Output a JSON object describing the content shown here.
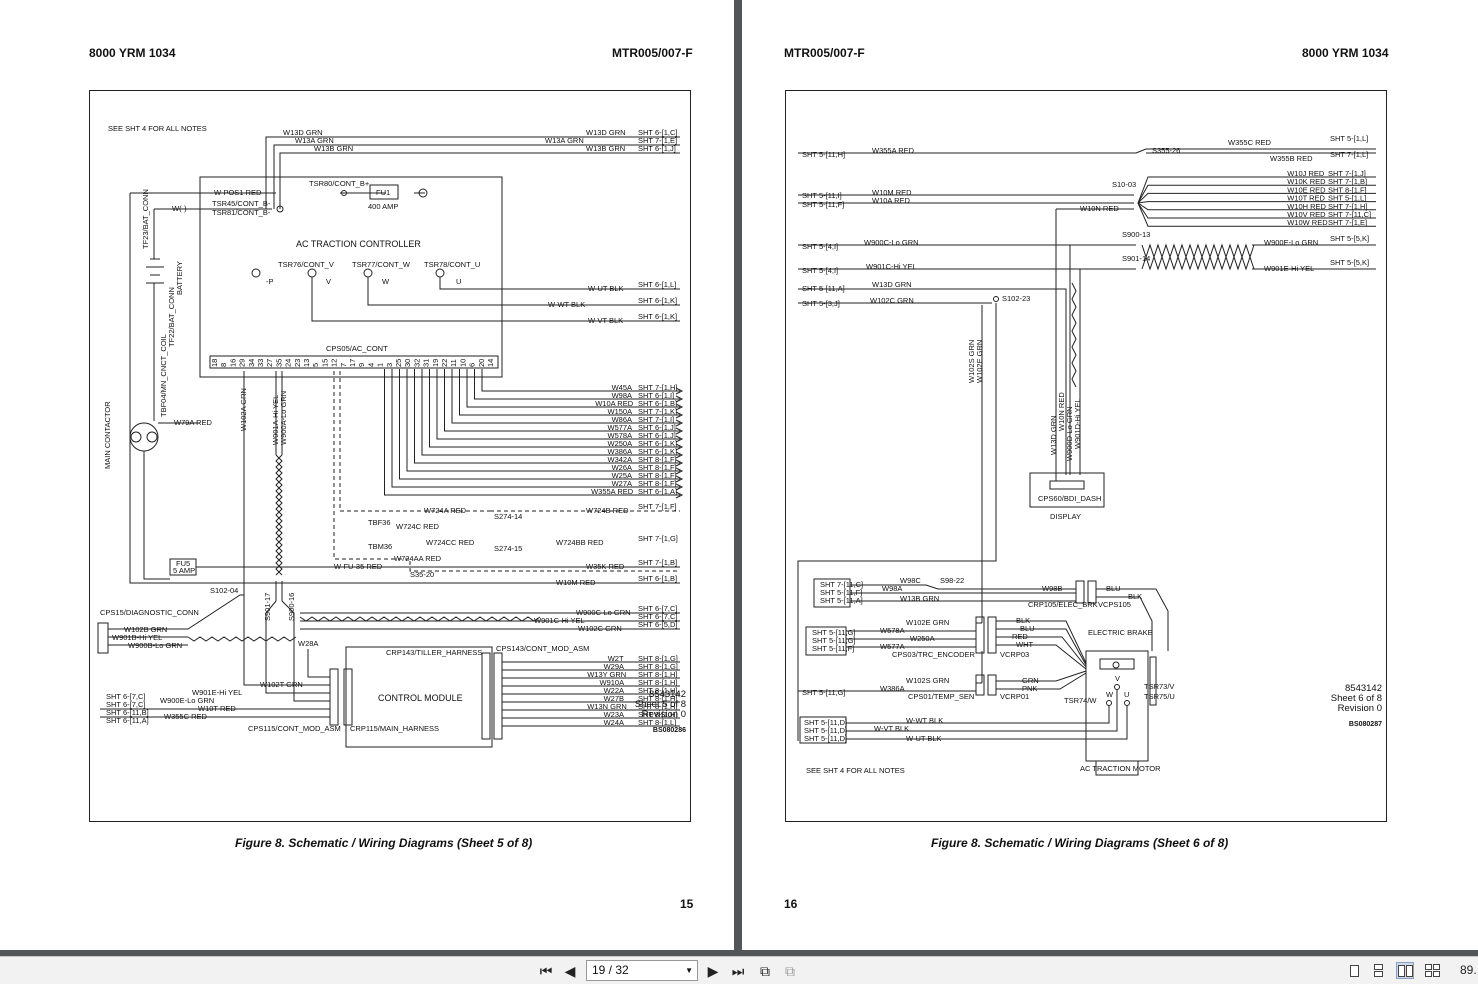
{
  "left_page": {
    "header_left": "8000 YRM 1034",
    "header_right": "MTR005/007-F",
    "caption": "Figure 8.  Schematic / Wiring Diagrams (Sheet 5 of 8)",
    "page_number": "15",
    "doc_number": "8543142",
    "sheet": "Sheet 5 of 8",
    "revision": "Revision 0",
    "bs_code": "BS080286",
    "labels": {
      "notes": "SEE SHT 4 FOR ALL NOTES",
      "controller": "AC TRACTION CONTROLLER",
      "fu1": "FU1",
      "amp400": "400 AMP",
      "tsr80": "TSR80/CONT_B+",
      "wpos1": "W-POS1 RED",
      "tsr45": "TSR45/CONT_B-",
      "tsr81": "TSR81/CONT_B-",
      "wminus": "W(-)",
      "w13d": "W13D GRN",
      "w13a": "W13A GRN",
      "w13b": "W13B GRN",
      "w13d_r": "W13D GRN",
      "w13a_r": "W13A GRN",
      "w13b_r": "W13B GRN",
      "sht6_1c": "SHT 6-[1,C]",
      "sht7_1e": "SHT 7-[1,E]",
      "sht6_1j": "SHT 6-[1,J]",
      "tsr76": "TSR76/CONT_V",
      "tsr77": "TSR77/CONT_W",
      "tsr78": "TSR78/CONT_U",
      "p_neg": "-P",
      "v": "V",
      "w_lbl": "W",
      "u": "U",
      "wut": "W-UT BLK",
      "wwt": "W-WT BLK",
      "wvt": "W-VT BLK",
      "sht6_1l": "SHT 6-[1,L]",
      "sht6_1k": "SHT 6-[1,K]",
      "sht6_1k2": "SHT 6-[1,K]",
      "cps05": "CPS05/AC_CONT",
      "tf23": "TF23/BAT_CONN",
      "battery": "BATTERY",
      "tf22": "TF22/BAT_CONN",
      "tbf04": "TBF04/MN_CNCT_COIL",
      "main_contactor": "MAIN CONTACTOR",
      "w79a": "W79A RED",
      "w102a": "W102A GRN",
      "w901a": "W901A-Hi YEL",
      "w900a": "W900A-Lo GRN",
      "cps15": "CPS15/DIAGNOSTIC_CONN",
      "w102b": "W102B GRN",
      "w901b": "W901B-Hi YEL",
      "w900b": "W900B-Lo GRN",
      "s102_04": "S102-04",
      "s901_17": "S901-17",
      "s900_16": "S900-16",
      "w900c": "W900C-Lo GRN",
      "w901c": "W901C-Hi YEL",
      "w102c": "W102C GRN",
      "fu5": "FU5",
      "amp5": "5 AMP",
      "wfu35": "W-FU-35 RED",
      "s35_20": "S35-20",
      "w35k": "W35K RED",
      "w10m": "W10M RED",
      "w724a": "W724A RED",
      "w724b": "W724B RED",
      "s274_14": "S274-14",
      "s274_15": "S274-15",
      "tbf36": "TBF36",
      "tbm36": "TBM36",
      "w724c": "W724C RED",
      "w724cc": "W724CC RED",
      "w724bb": "W724BB RED",
      "w724aa": "W724AA RED",
      "w28a": "W28A",
      "crp143": "CRP143/TILLER_HARNESS",
      "cps143": "CPS143/CONT_MOD_ASM",
      "control_module": "CONTROL MODULE",
      "cps115": "CPS115/CONT_MOD_ASM",
      "crp115": "CRP115/MAIN_HARNESS",
      "w102t": "W102T GRN",
      "w901e": "W901E-Hi YEL",
      "w900e": "W900E-Lo GRN",
      "w10t": "W10T RED",
      "w355c": "W355C RED",
      "sht6_7c": "SHT 6-[7,C]",
      "sht6_7c2": "SHT 6-[7,C]",
      "sht6_11b": "SHT 6-[11,B]",
      "sht6_11a": "SHT 6-[11,A]",
      "sht6_7c_r": "SHT 6-[7,C]",
      "sht6_7c_r2": "SHT 6-[7,C]",
      "sht6_5d": "SHT 6-[5,D]",
      "sht7_1f": "SHT 7-[1,F]",
      "sht7_1g": "SHT 7-[1,G]",
      "sht7_1b": "SHT 7-[1,B]",
      "sht6_1b": "SHT 6-[1,B]"
    },
    "pins_top": [
      "18",
      "8",
      "16",
      "29",
      "34",
      "33",
      "27",
      "35",
      "24",
      "23",
      "13",
      "5",
      "15",
      "12",
      "7",
      "17",
      "9",
      "4",
      "1",
      "3",
      "25",
      "30",
      "32",
      "31",
      "19",
      "22",
      "11",
      "10",
      "6",
      "20",
      "14"
    ],
    "bus_rows": [
      {
        "wire": "W45A",
        "ref": "SHT 7-[1,H]"
      },
      {
        "wire": "W98A",
        "ref": "SHT 6-[1,I]"
      },
      {
        "wire": "W10A RED",
        "ref": "SHT 6-[1,B]"
      },
      {
        "wire": "W150A",
        "ref": "SHT 7-[1,K]"
      },
      {
        "wire": "W86A",
        "ref": "SHT 7-[1,I]"
      },
      {
        "wire": "W577A",
        "ref": "SHT 6-[1,J]"
      },
      {
        "wire": "W578A",
        "ref": "SHT 6-[1,J]"
      },
      {
        "wire": "W250A",
        "ref": "SHT 6-[1,K]"
      },
      {
        "wire": "W386A",
        "ref": "SHT 6-[1,K]"
      },
      {
        "wire": "W342A",
        "ref": "SHT 8-[1,F]"
      },
      {
        "wire": "W26A",
        "ref": "SHT 8-[1,F]"
      },
      {
        "wire": "W25A",
        "ref": "SHT 8-[1,F]"
      },
      {
        "wire": "W27A",
        "ref": "SHT 8-[1,F]"
      },
      {
        "wire": "W355A RED",
        "ref": "SHT 6-[1,A]"
      }
    ],
    "cm_rows": [
      {
        "wire": "W2T",
        "ref": "SHT 8-[1,G]"
      },
      {
        "wire": "W29A",
        "ref": "SHT 8-[1,G]"
      },
      {
        "wire": "W13Y GRN",
        "ref": "SHT 8-[1,H]"
      },
      {
        "wire": "W910A",
        "ref": "SHT 8-[1,H]"
      },
      {
        "wire": "W22A",
        "ref": "SHT 8-[1,H]"
      },
      {
        "wire": "W27B",
        "ref": "SHT 8-[1,H]"
      },
      {
        "wire": "W13N GRN",
        "ref": "SHT 8-[1,H]"
      },
      {
        "wire": "W23A",
        "ref": "SHT 8-[1,H]"
      },
      {
        "wire": "W24A",
        "ref": "SHT 8-[1,L]"
      }
    ]
  },
  "right_page": {
    "header_left": "MTR005/007-F",
    "header_right": "8000 YRM 1034",
    "caption": "Figure 8.  Schematic / Wiring Diagrams (Sheet 6 of 8)",
    "page_number": "16",
    "doc_number": "8543142",
    "sheet": "Sheet 6 of 8",
    "revision": "Revision 0",
    "bs_code": "BS080287",
    "labels": {
      "sht5_11h": "SHT 5-[11,H]",
      "w355a": "W355A RED",
      "s355_26": "S355-26",
      "w355c": "W355C RED",
      "w355b": "W355B RED",
      "sht5_1l": "SHT 5-[1,L]",
      "sht7_1l": "SHT 7-[1,L]",
      "s10_03": "S10-03",
      "sht5_11i": "SHT 5-[11,I]",
      "sht5_11f": "SHT 5-[11,F]",
      "w10m": "W10M RED",
      "w10a": "W10A RED",
      "w10n": "W10N RED",
      "s900_13": "S900-13",
      "s901_14": "S901-14",
      "sht5_4i": "SHT 5-[4,I]",
      "sht5_4i2": "SHT 5-[4,I]",
      "w900c": "W900C-Lo GRN",
      "w901c": "W901C-Hi YEL",
      "w900e": "W900E-Lo GRN",
      "w901e": "W901E-Hi YEL",
      "sht5_5k": "SHT 5-[5,K]",
      "sht5_5k2": "SHT 5-[5,K]",
      "sht5_11a": "SHT 5-[11,A]",
      "sht5_3j": "SHT 5-[3,J]",
      "w13d": "W13D GRN",
      "w102c": "W102C GRN",
      "s102_23": "S102-23",
      "w102s": "W102S GRN",
      "w102e_v": "W102E GRN",
      "w13d_v": "W13D GRN",
      "w10n_v": "W10N RED",
      "w900d": "W900D-Lo GRN",
      "w901d": "W901D-Hi YEL",
      "cps60": "CPS60/BDI_DASH",
      "display": "DISPLAY",
      "sht7_11c": "SHT 7-[11,C]",
      "sht5_11f2": "SHT 5-[11,F]",
      "sht5_11a2": "SHT 5-[11,A]",
      "w98c": "W98C",
      "w98a": "W98A",
      "w13b": "W13B GRN",
      "s98_22": "S98-22",
      "w98b": "W98B",
      "crp105": "CRP105/ELEC_BRK",
      "vcps105": "VCPS105",
      "blu": "BLU",
      "blk": "BLK",
      "electric_brake": "ELECTRIC BRAKE",
      "sht5_11g": "SHT 5-[11,G]",
      "sht5_11g2": "SHT 5-[11,G]",
      "sht5_11f3": "SHT 5-[11,F]",
      "w102e": "W102E GRN",
      "w578a": "W578A",
      "w250a": "W250A",
      "w577a": "W577A",
      "cps03": "CPS03/TRC_ENCODER",
      "vcrp03": "VCRP03",
      "blk2": "BLK",
      "blu2": "BLU",
      "red": "RED",
      "wht": "WHT",
      "sht5_11g3": "SHT 5-[11,G]",
      "w102s_h": "W102S GRN",
      "w386a": "W386A",
      "cps01": "CPS01/TEMP_SEN",
      "vcrp01": "VCRP01",
      "grn": "GRN",
      "pnk": "PNK",
      "tsr74": "TSR74/W",
      "tsr73": "TSR73/V",
      "tsr75": "TSR75/U",
      "mv": "V",
      "mw": "W",
      "mu": "U",
      "sht5_11d": "SHT 5-[11,D]",
      "sht5_11d2": "SHT 5-[11,D]",
      "sht5_11d3": "SHT 5-[11,D]",
      "wwt": "W-WT BLK",
      "wvt": "W-VT BLK",
      "wut": "W-UT BLK",
      "ac_motor": "AC TRACTION MOTOR",
      "notes": "SEE SHT 4 FOR ALL NOTES"
    },
    "s10_rows": [
      {
        "wire": "W10J RED",
        "ref": "SHT 7-[1,J]"
      },
      {
        "wire": "W10K RED",
        "ref": "SHT 7-[1,B]"
      },
      {
        "wire": "W10E RED",
        "ref": "SHT 8-[1,F]"
      },
      {
        "wire": "W10T RED",
        "ref": "SHT 5-[1,L]"
      },
      {
        "wire": "W10H RED",
        "ref": "SHT 7-[1,H]"
      },
      {
        "wire": "W10V RED",
        "ref": "SHT 7-[11,C]"
      },
      {
        "wire": "W10W RED",
        "ref": "SHT 7-[1,E]"
      }
    ]
  },
  "toolbar": {
    "page_field": "19 / 32",
    "zoom": "89."
  }
}
